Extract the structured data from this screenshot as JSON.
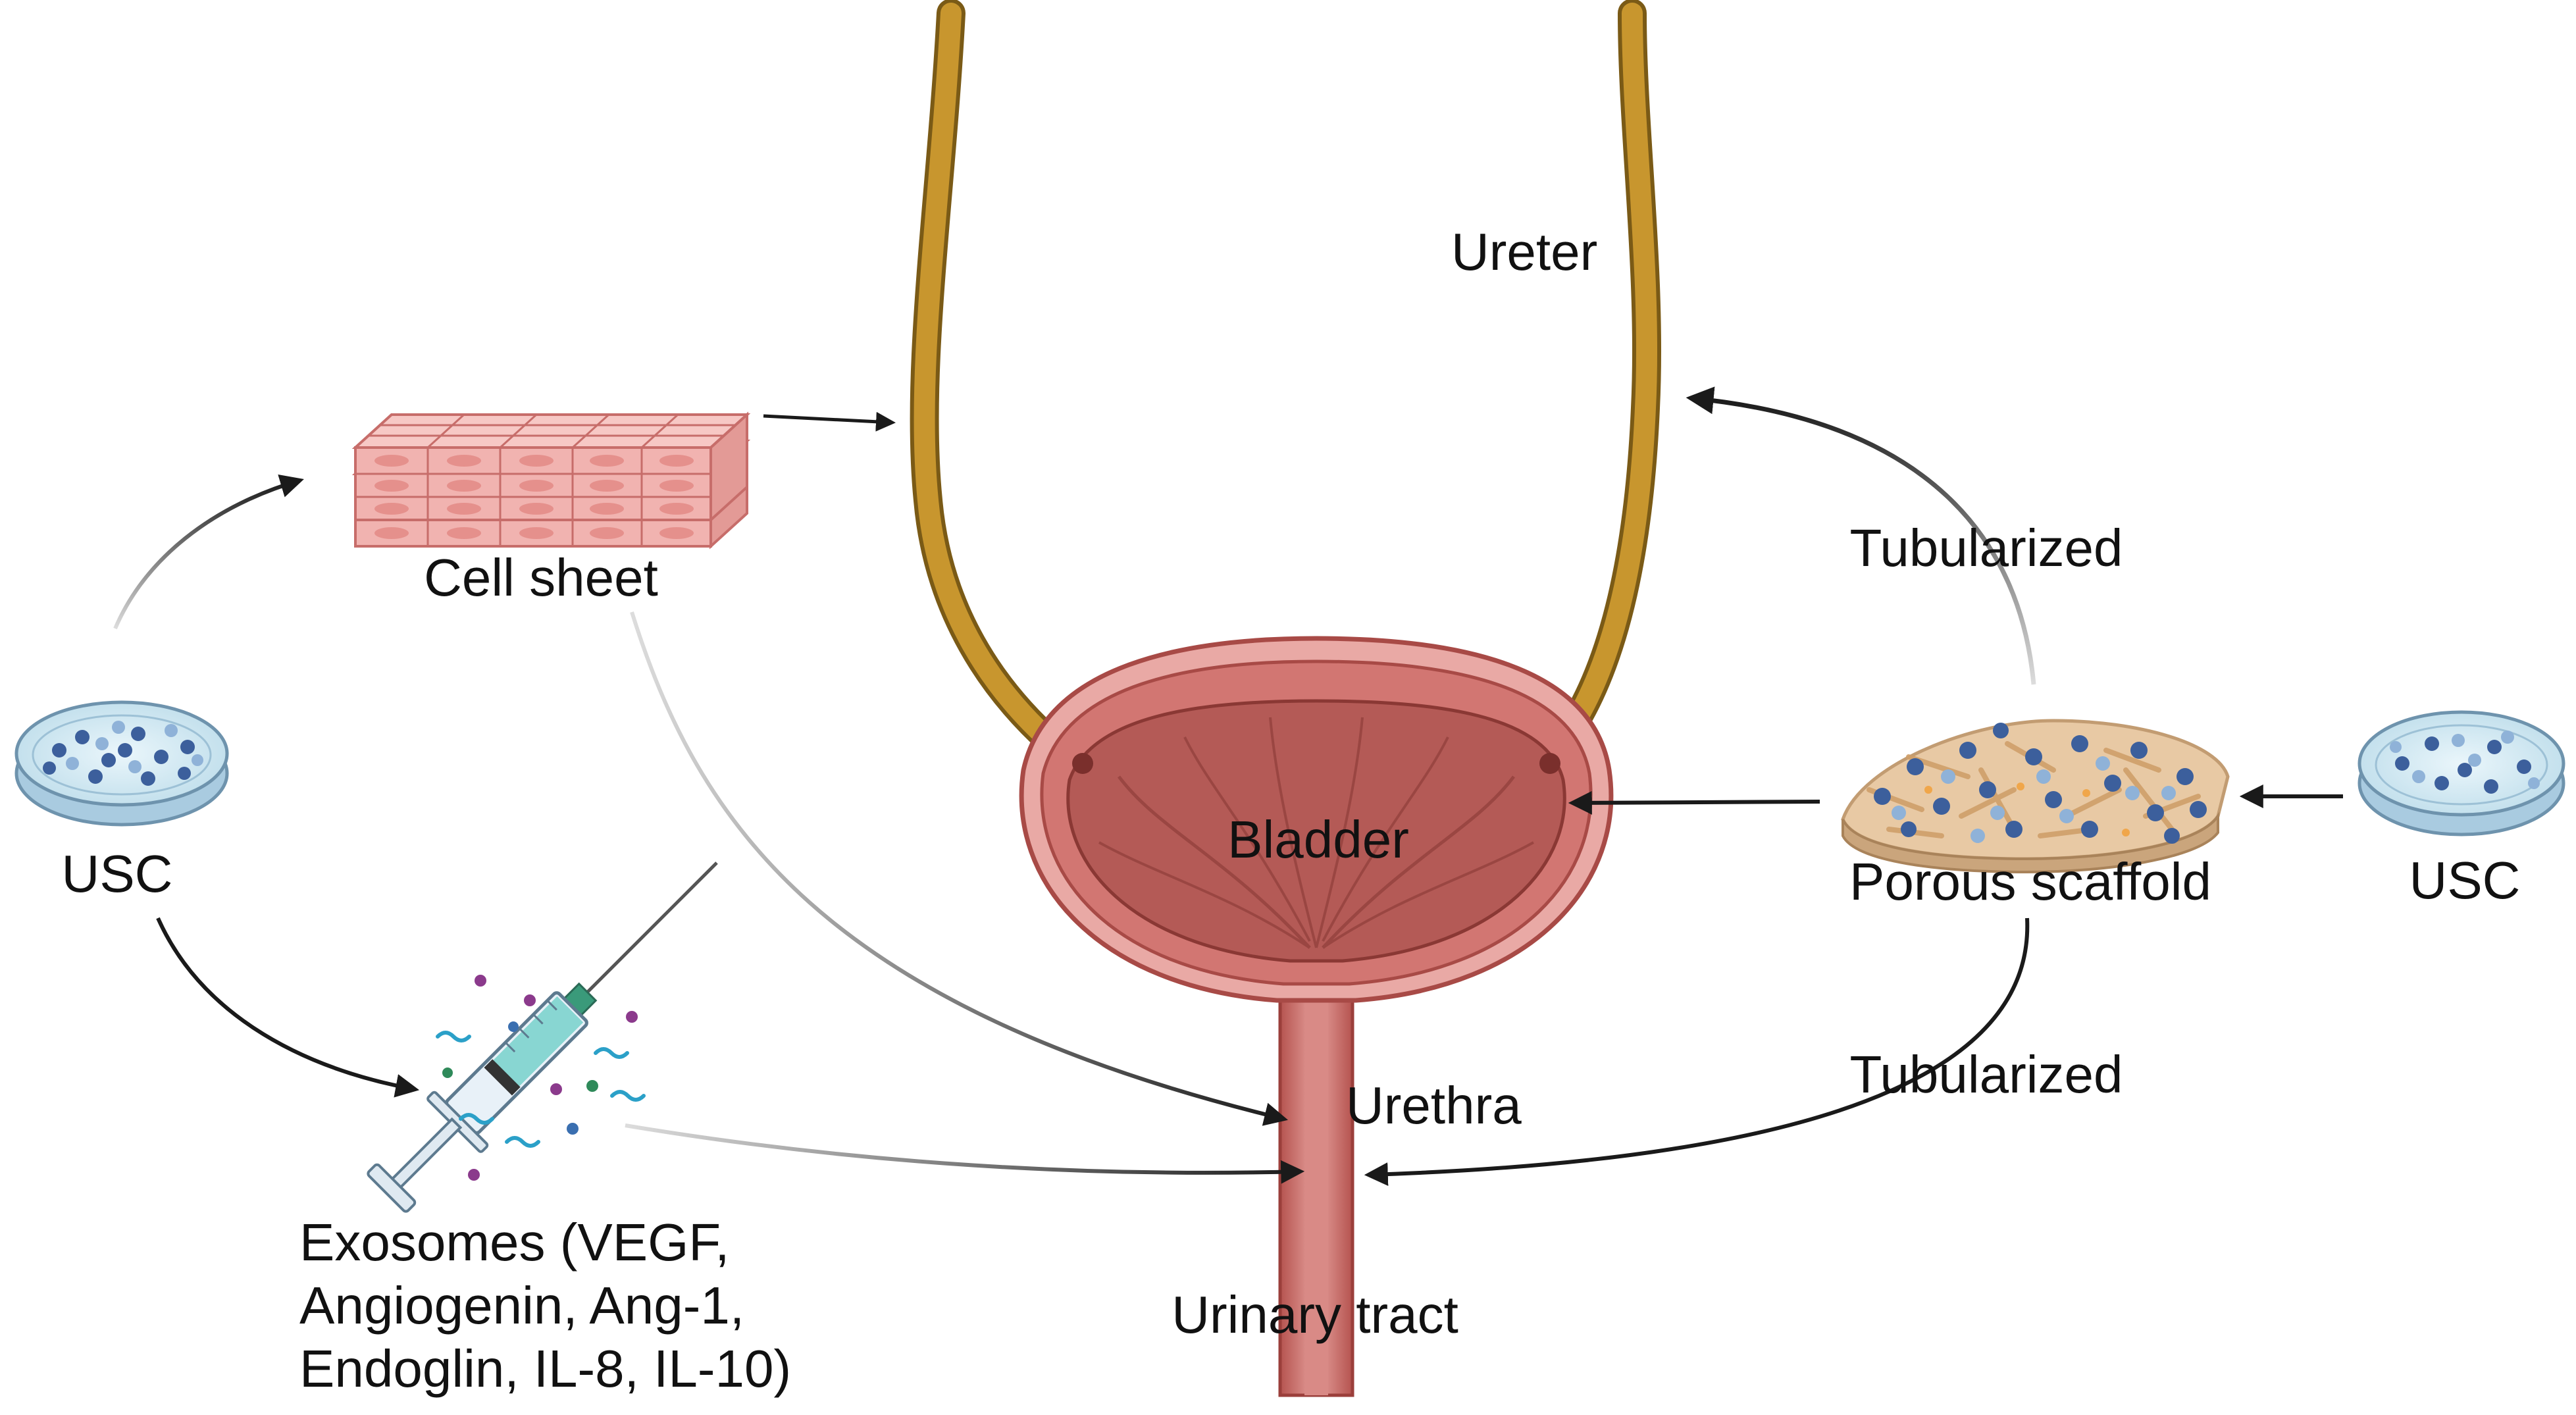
{
  "labels": {
    "ureter": "Ureter",
    "cell_sheet": "Cell sheet",
    "usc_left": "USC",
    "usc_right": "USC",
    "tubularized_top": "Tubularized",
    "tubularized_bottom": "Tubularized",
    "bladder": "Bladder",
    "porous_scaffold": "Porous scaffold",
    "urethra": "Urethra",
    "urinary_tract": "Urinary tract",
    "exosomes_lines": [
      "Exosomes (VEGF,",
      "Angiogenin, Ang-1,",
      "Endoglin, IL-8, IL-10)"
    ]
  },
  "colors": {
    "ureter": "#c8962e",
    "ureter_edge": "#7a5a16",
    "bladder_outer": "#e7a6a2",
    "bladder_wall": "#d27672",
    "bladder_inner": "#b45a56",
    "cell_sheet": "#f1b3b0",
    "cell_sheet_edge": "#c76d6a",
    "dish_fill": "#dbeef6",
    "cell_dark": "#3c5f9c",
    "cell_light": "#8fb2d8",
    "scaffold": "#e8c9a4",
    "arrow": "#1a1a1a"
  },
  "icons": [
    "petri-dish-icon",
    "cell-sheet-icon",
    "syringe-icon",
    "porous-scaffold-icon",
    "bladder-icon"
  ]
}
